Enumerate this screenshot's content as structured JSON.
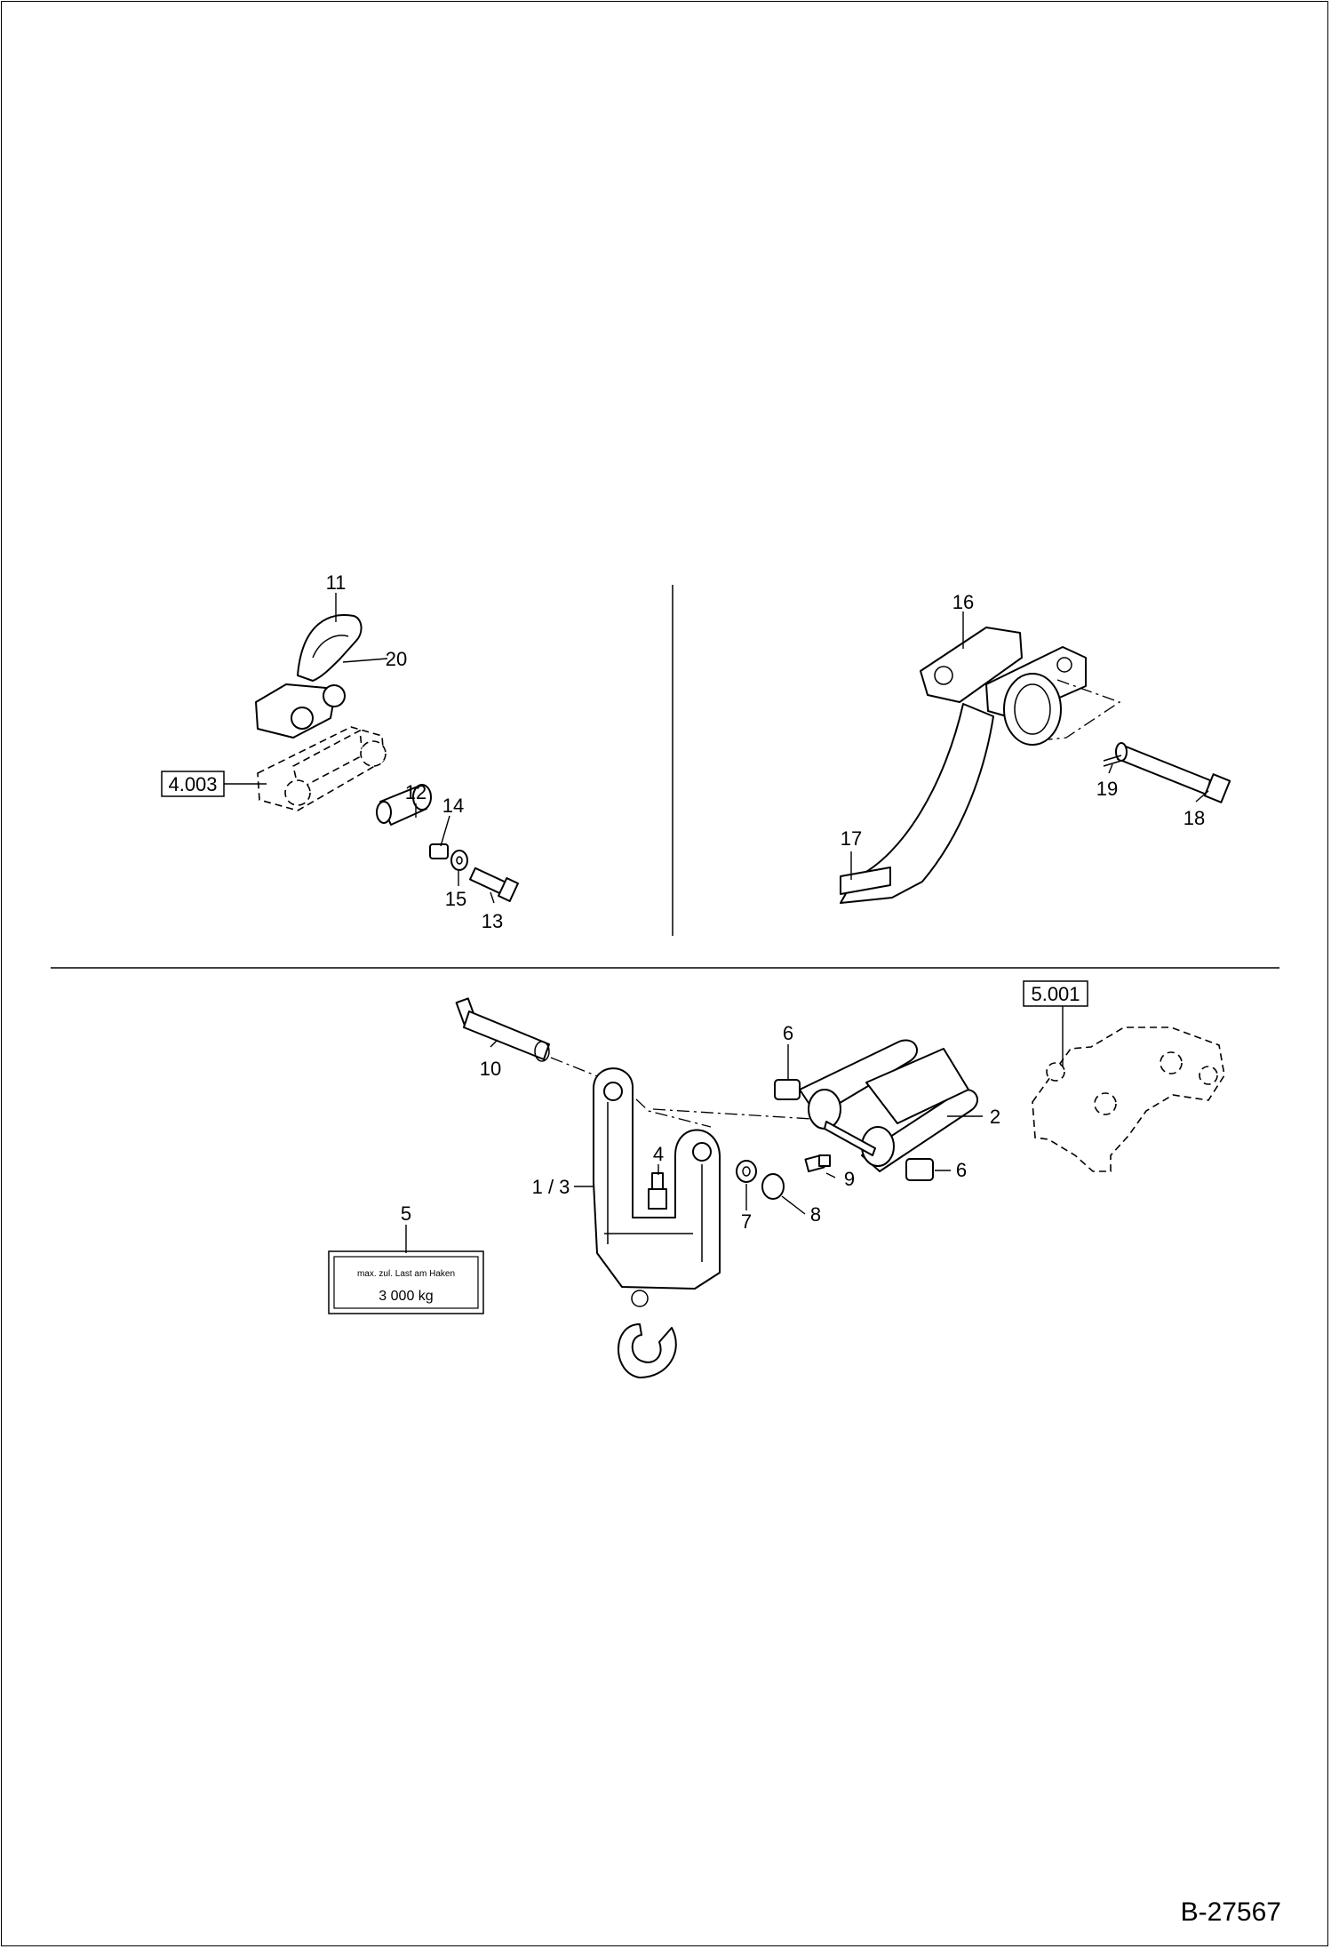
{
  "drawing_number": "B-27567",
  "callouts": {
    "c11": "11",
    "c20": "20",
    "c4003": "4.003",
    "c12": "12",
    "c14": "14",
    "c15": "15",
    "c13": "13",
    "c16": "16",
    "c19": "19",
    "c18": "18",
    "c17": "17",
    "c5001": "5.001",
    "c6a": "6",
    "c10": "10",
    "c2": "2",
    "c9": "9",
    "c6b": "6",
    "c4": "4",
    "c13slash": "1 / 3",
    "c7": "7",
    "c8": "8",
    "c5": "5"
  },
  "plate": {
    "line1": "max. zul. Last am Haken",
    "line2": "3 000  kg"
  }
}
